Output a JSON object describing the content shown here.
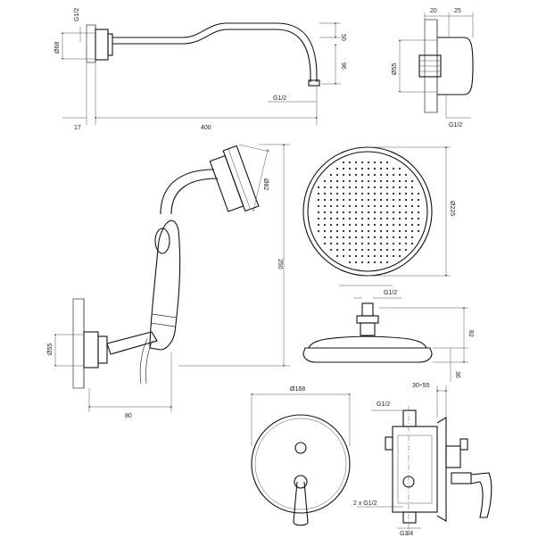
{
  "shower_arm": {
    "labels": [
      "G1/2",
      "Ø68",
      "50",
      "96",
      "G1/2",
      "17",
      "400"
    ]
  },
  "arm_flange_side": {
    "labels": [
      "20",
      "25",
      "Ø55",
      "G1/2"
    ]
  },
  "hand_shower": {
    "labels": [
      "Ø82",
      "250",
      "Ø55",
      "80"
    ]
  },
  "head_top": {
    "labels": [
      "Ø225"
    ]
  },
  "head_side": {
    "labels": [
      "G1/2",
      "82",
      "36"
    ]
  },
  "mixer_front": {
    "labels": [
      "Ø168"
    ]
  },
  "mixer_side": {
    "labels": [
      "30÷55",
      "G1/2",
      "2 x G1/2",
      "G3/4"
    ]
  }
}
